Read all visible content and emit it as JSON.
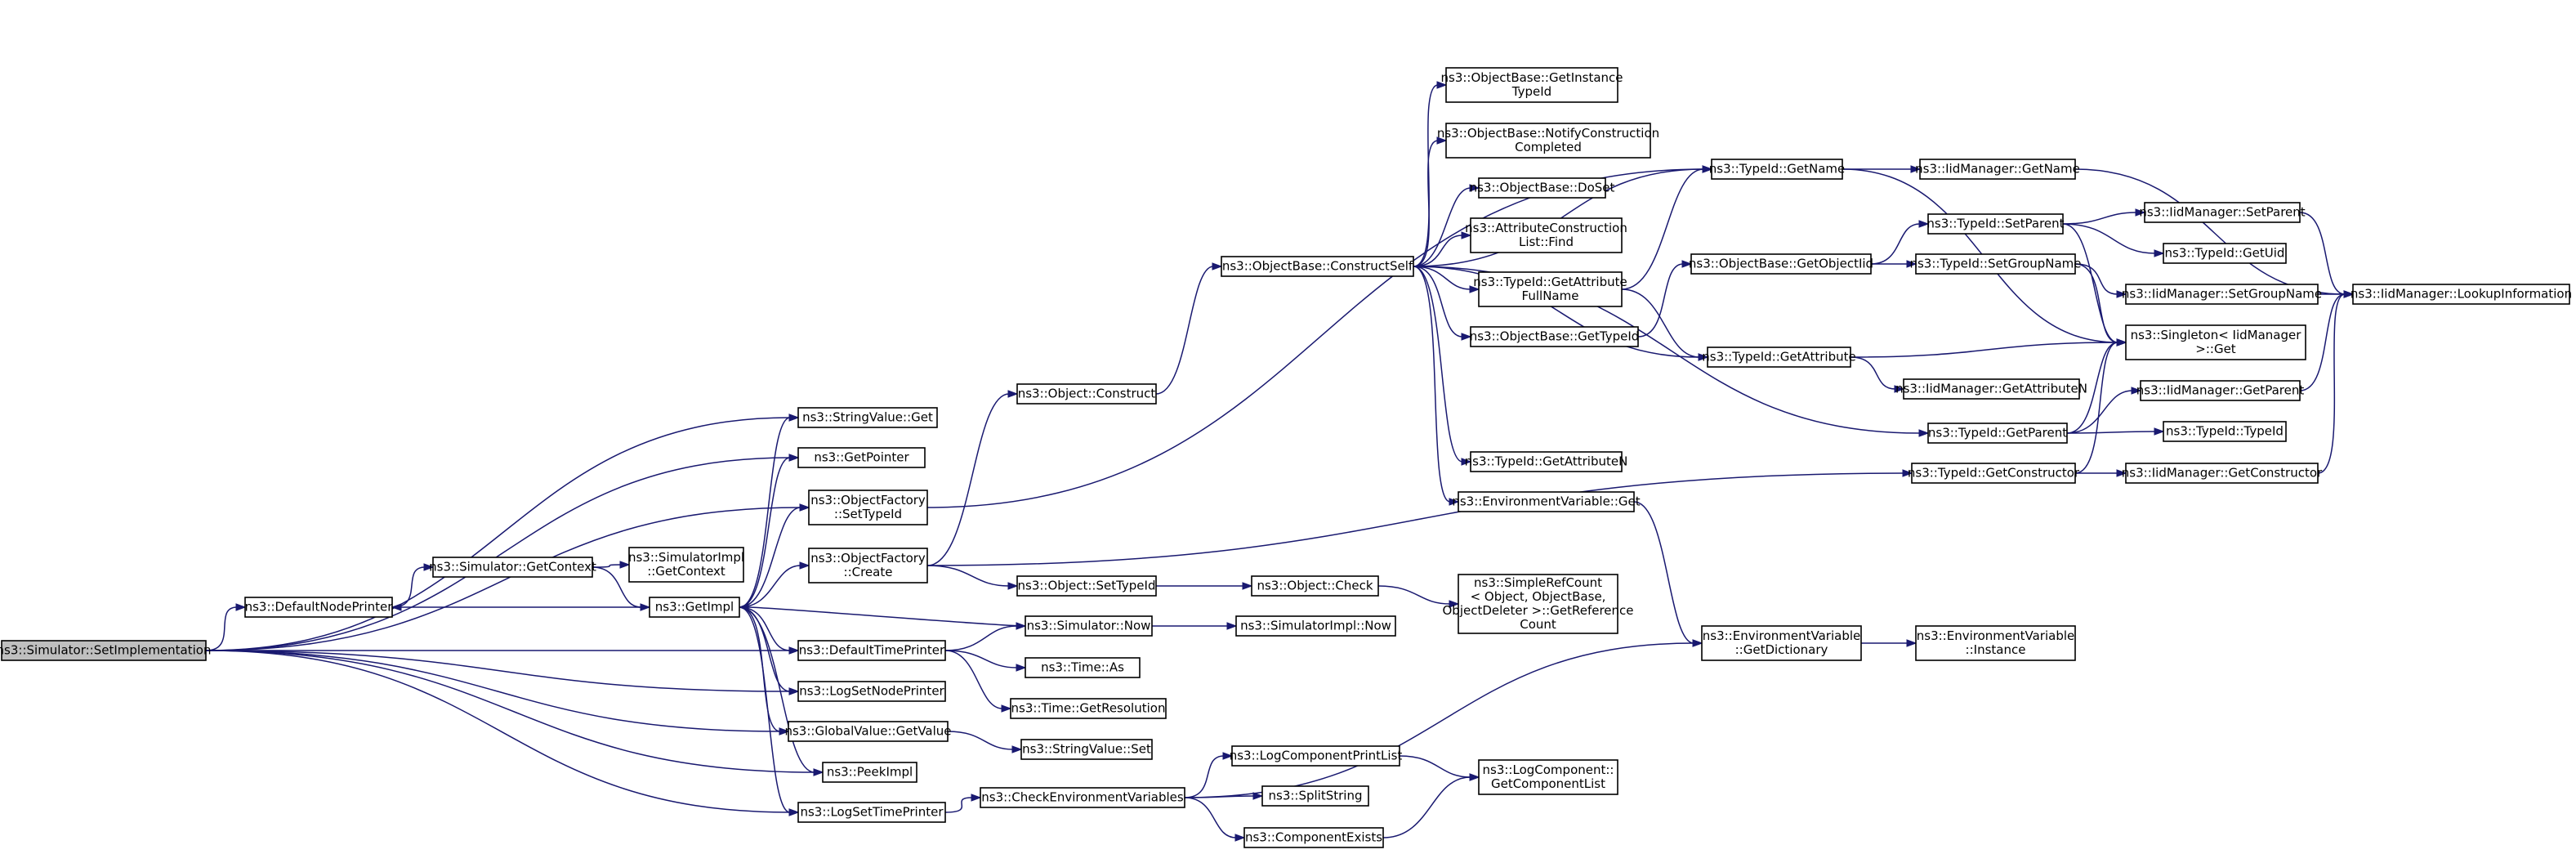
{
  "graph": {
    "edge_color": "#191970",
    "root_fill": "#bfbfbf",
    "nodes": [
      {
        "id": "set_impl",
        "lines": [
          "ns3::Simulator::SetImplementation"
        ],
        "root": true
      },
      {
        "id": "default_node_printer",
        "lines": [
          "ns3::DefaultNodePrinter"
        ]
      },
      {
        "id": "sim_get_context",
        "lines": [
          "ns3::Simulator::GetContext"
        ]
      },
      {
        "id": "simimpl_get_context",
        "lines": [
          "ns3::SimulatorImpl",
          "::GetContext"
        ]
      },
      {
        "id": "get_impl",
        "lines": [
          "ns3::GetImpl"
        ]
      },
      {
        "id": "string_value_get",
        "lines": [
          "ns3::StringValue::Get"
        ]
      },
      {
        "id": "get_pointer",
        "lines": [
          "ns3::GetPointer"
        ]
      },
      {
        "id": "of_set_type_id",
        "lines": [
          "ns3::ObjectFactory",
          "::SetTypeId"
        ]
      },
      {
        "id": "of_create",
        "lines": [
          "ns3::ObjectFactory",
          "::Create"
        ]
      },
      {
        "id": "default_time_printer",
        "lines": [
          "ns3::DefaultTimePrinter"
        ]
      },
      {
        "id": "log_set_node_printer",
        "lines": [
          "ns3::LogSetNodePrinter"
        ]
      },
      {
        "id": "global_value_get_value",
        "lines": [
          "ns3::GlobalValue::GetValue"
        ]
      },
      {
        "id": "peek_impl",
        "lines": [
          "ns3::PeekImpl"
        ]
      },
      {
        "id": "log_set_time_printer",
        "lines": [
          "ns3::LogSetTimePrinter"
        ]
      },
      {
        "id": "object_construct",
        "lines": [
          "ns3::Object::Construct"
        ]
      },
      {
        "id": "object_set_type_id",
        "lines": [
          "ns3::Object::SetTypeId"
        ]
      },
      {
        "id": "simulator_now",
        "lines": [
          "ns3::Simulator::Now"
        ]
      },
      {
        "id": "time_as",
        "lines": [
          "ns3::Time::As"
        ]
      },
      {
        "id": "time_get_resolution",
        "lines": [
          "ns3::Time::GetResolution"
        ]
      },
      {
        "id": "string_value_set",
        "lines": [
          "ns3::StringValue::Set"
        ]
      },
      {
        "id": "check_env_vars",
        "lines": [
          "ns3::CheckEnvironmentVariables"
        ]
      },
      {
        "id": "ob_construct_self",
        "lines": [
          "ns3::ObjectBase::ConstructSelf"
        ]
      },
      {
        "id": "object_check",
        "lines": [
          "ns3::Object::Check"
        ]
      },
      {
        "id": "simimpl_now",
        "lines": [
          "ns3::SimulatorImpl::Now"
        ]
      },
      {
        "id": "log_component_print_list",
        "lines": [
          "ns3::LogComponentPrintList"
        ]
      },
      {
        "id": "split_string",
        "lines": [
          "ns3::SplitString"
        ]
      },
      {
        "id": "component_exists",
        "lines": [
          "ns3::ComponentExists"
        ]
      },
      {
        "id": "ob_get_instance_type_id",
        "lines": [
          "ns3::ObjectBase::GetInstance",
          "TypeId"
        ]
      },
      {
        "id": "ob_notify_construction",
        "lines": [
          "ns3::ObjectBase::NotifyConstruction",
          "Completed"
        ]
      },
      {
        "id": "ob_do_set",
        "lines": [
          "ns3::ObjectBase::DoSet"
        ]
      },
      {
        "id": "attr_construction_list_find",
        "lines": [
          "ns3::AttributeConstruction",
          "List::Find"
        ]
      },
      {
        "id": "typeid_get_attribute_full_name",
        "lines": [
          "ns3::TypeId::GetAttribute",
          "FullName"
        ]
      },
      {
        "id": "ob_get_type_id",
        "lines": [
          "ns3::ObjectBase::GetTypeId"
        ]
      },
      {
        "id": "typeid_get_attribute_n",
        "lines": [
          "ns3::TypeId::GetAttributeN"
        ]
      },
      {
        "id": "env_var_get",
        "lines": [
          "ns3::EnvironmentVariable::Get"
        ]
      },
      {
        "id": "simple_ref_count",
        "lines": [
          "ns3::SimpleRefCount",
          "< Object, ObjectBase,",
          "ObjectDeleter >::GetReference",
          "Count"
        ]
      },
      {
        "id": "log_component_get_list",
        "lines": [
          "ns3::LogComponent::",
          "GetComponentList"
        ]
      },
      {
        "id": "typeid_get_name",
        "lines": [
          "ns3::TypeId::GetName"
        ]
      },
      {
        "id": "ob_get_object_iid",
        "lines": [
          "ns3::ObjectBase::GetObjectIid"
        ]
      },
      {
        "id": "typeid_get_attribute",
        "lines": [
          "ns3::TypeId::GetAttribute"
        ]
      },
      {
        "id": "typeid_get_parent",
        "lines": [
          "ns3::TypeId::GetParent"
        ]
      },
      {
        "id": "typeid_get_constructor",
        "lines": [
          "ns3::TypeId::GetConstructor"
        ]
      },
      {
        "id": "env_var_get_dictionary",
        "lines": [
          "ns3::EnvironmentVariable",
          "::GetDictionary"
        ]
      },
      {
        "id": "iidm_get_name",
        "lines": [
          "ns3::IidManager::GetName"
        ]
      },
      {
        "id": "typeid_set_parent",
        "lines": [
          "ns3::TypeId::SetParent"
        ]
      },
      {
        "id": "typeid_set_group_name",
        "lines": [
          "ns3::TypeId::SetGroupName"
        ]
      },
      {
        "id": "iidm_get_attribute_n",
        "lines": [
          "ns3::IidManager::GetAttributeN"
        ]
      },
      {
        "id": "singleton_get",
        "lines": [
          "ns3::Singleton< IidManager",
          ">::Get"
        ]
      },
      {
        "id": "env_var_instance",
        "lines": [
          "ns3::EnvironmentVariable",
          "::Instance"
        ]
      },
      {
        "id": "iidm_set_parent",
        "lines": [
          "ns3::IidManager::SetParent"
        ]
      },
      {
        "id": "typeid_get_uid",
        "lines": [
          "ns3::TypeId::GetUid"
        ]
      },
      {
        "id": "iidm_set_group_name",
        "lines": [
          "ns3::IidManager::SetGroupName"
        ]
      },
      {
        "id": "iidm_get_parent",
        "lines": [
          "ns3::IidManager::GetParent"
        ]
      },
      {
        "id": "typeid_typeid",
        "lines": [
          "ns3::TypeId::TypeId"
        ]
      },
      {
        "id": "iidm_get_constructor",
        "lines": [
          "ns3::IidManager::GetConstructor"
        ]
      },
      {
        "id": "iidm_lookup_information",
        "lines": [
          "ns3::IidManager::LookupInformation"
        ]
      }
    ],
    "edges": [
      [
        "set_impl",
        "default_node_printer"
      ],
      [
        "set_impl",
        "string_value_get"
      ],
      [
        "set_impl",
        "get_pointer"
      ],
      [
        "set_impl",
        "of_set_type_id"
      ],
      [
        "set_impl",
        "default_time_printer"
      ],
      [
        "set_impl",
        "log_set_node_printer"
      ],
      [
        "set_impl",
        "global_value_get_value"
      ],
      [
        "set_impl",
        "peek_impl"
      ],
      [
        "set_impl",
        "log_set_time_printer"
      ],
      [
        "default_node_printer",
        "sim_get_context"
      ],
      [
        "sim_get_context",
        "simimpl_get_context"
      ],
      [
        "sim_get_context",
        "get_impl"
      ],
      [
        "get_impl",
        "default_node_printer"
      ],
      [
        "get_impl",
        "string_value_get"
      ],
      [
        "get_impl",
        "get_pointer"
      ],
      [
        "get_impl",
        "of_set_type_id"
      ],
      [
        "get_impl",
        "of_create"
      ],
      [
        "get_impl",
        "default_time_printer"
      ],
      [
        "get_impl",
        "log_set_node_printer"
      ],
      [
        "get_impl",
        "global_value_get_value"
      ],
      [
        "get_impl",
        "peek_impl"
      ],
      [
        "get_impl",
        "log_set_time_printer"
      ],
      [
        "simulator_now",
        "get_impl"
      ],
      [
        "of_set_type_id",
        "typeid_get_name"
      ],
      [
        "of_create",
        "object_construct"
      ],
      [
        "of_create",
        "object_set_type_id"
      ],
      [
        "of_create",
        "typeid_get_constructor"
      ],
      [
        "default_time_printer",
        "simulator_now"
      ],
      [
        "default_time_printer",
        "time_as"
      ],
      [
        "default_time_printer",
        "time_get_resolution"
      ],
      [
        "global_value_get_value",
        "string_value_set"
      ],
      [
        "log_set_time_printer",
        "check_env_vars"
      ],
      [
        "object_construct",
        "ob_construct_self"
      ],
      [
        "object_set_type_id",
        "object_check"
      ],
      [
        "object_check",
        "simple_ref_count"
      ],
      [
        "simulator_now",
        "simimpl_now"
      ],
      [
        "check_env_vars",
        "env_var_get_dictionary"
      ],
      [
        "check_env_vars",
        "log_component_print_list"
      ],
      [
        "check_env_vars",
        "split_string"
      ],
      [
        "check_env_vars",
        "component_exists"
      ],
      [
        "log_component_print_list",
        "log_component_get_list"
      ],
      [
        "component_exists",
        "log_component_get_list"
      ],
      [
        "ob_construct_self",
        "typeid_get_name"
      ],
      [
        "ob_construct_self",
        "ob_get_instance_type_id"
      ],
      [
        "ob_construct_self",
        "ob_notify_construction"
      ],
      [
        "ob_construct_self",
        "ob_do_set"
      ],
      [
        "ob_construct_self",
        "attr_construction_list_find"
      ],
      [
        "ob_construct_self",
        "typeid_get_attribute_full_name"
      ],
      [
        "ob_construct_self",
        "ob_get_type_id"
      ],
      [
        "ob_construct_self",
        "typeid_get_attribute"
      ],
      [
        "ob_construct_self",
        "typeid_get_parent"
      ],
      [
        "ob_construct_self",
        "typeid_get_attribute_n"
      ],
      [
        "ob_construct_self",
        "env_var_get"
      ],
      [
        "typeid_get_attribute_full_name",
        "typeid_get_name"
      ],
      [
        "typeid_get_attribute_full_name",
        "typeid_get_attribute"
      ],
      [
        "ob_get_type_id",
        "ob_get_object_iid"
      ],
      [
        "ob_get_object_iid",
        "typeid_set_parent"
      ],
      [
        "ob_get_object_iid",
        "typeid_set_group_name"
      ],
      [
        "typeid_get_name",
        "iidm_get_name"
      ],
      [
        "typeid_get_name",
        "singleton_get"
      ],
      [
        "typeid_get_attribute",
        "singleton_get"
      ],
      [
        "typeid_get_attribute",
        "iidm_get_attribute_n"
      ],
      [
        "typeid_set_parent",
        "iidm_set_parent"
      ],
      [
        "typeid_set_parent",
        "typeid_get_uid"
      ],
      [
        "typeid_set_parent",
        "singleton_get"
      ],
      [
        "typeid_set_group_name",
        "iidm_set_group_name"
      ],
      [
        "typeid_set_group_name",
        "singleton_get"
      ],
      [
        "typeid_get_parent",
        "singleton_get"
      ],
      [
        "typeid_get_parent",
        "iidm_get_parent"
      ],
      [
        "typeid_get_parent",
        "typeid_typeid"
      ],
      [
        "typeid_get_constructor",
        "singleton_get"
      ],
      [
        "typeid_get_constructor",
        "iidm_get_constructor"
      ],
      [
        "env_var_get",
        "env_var_get_dictionary"
      ],
      [
        "env_var_get_dictionary",
        "env_var_instance"
      ],
      [
        "iidm_get_name",
        "iidm_lookup_information"
      ],
      [
        "iidm_set_parent",
        "iidm_lookup_information"
      ],
      [
        "iidm_set_group_name",
        "iidm_lookup_information"
      ],
      [
        "iidm_get_parent",
        "iidm_lookup_information"
      ],
      [
        "iidm_get_constructor",
        "iidm_lookup_information"
      ]
    ]
  }
}
